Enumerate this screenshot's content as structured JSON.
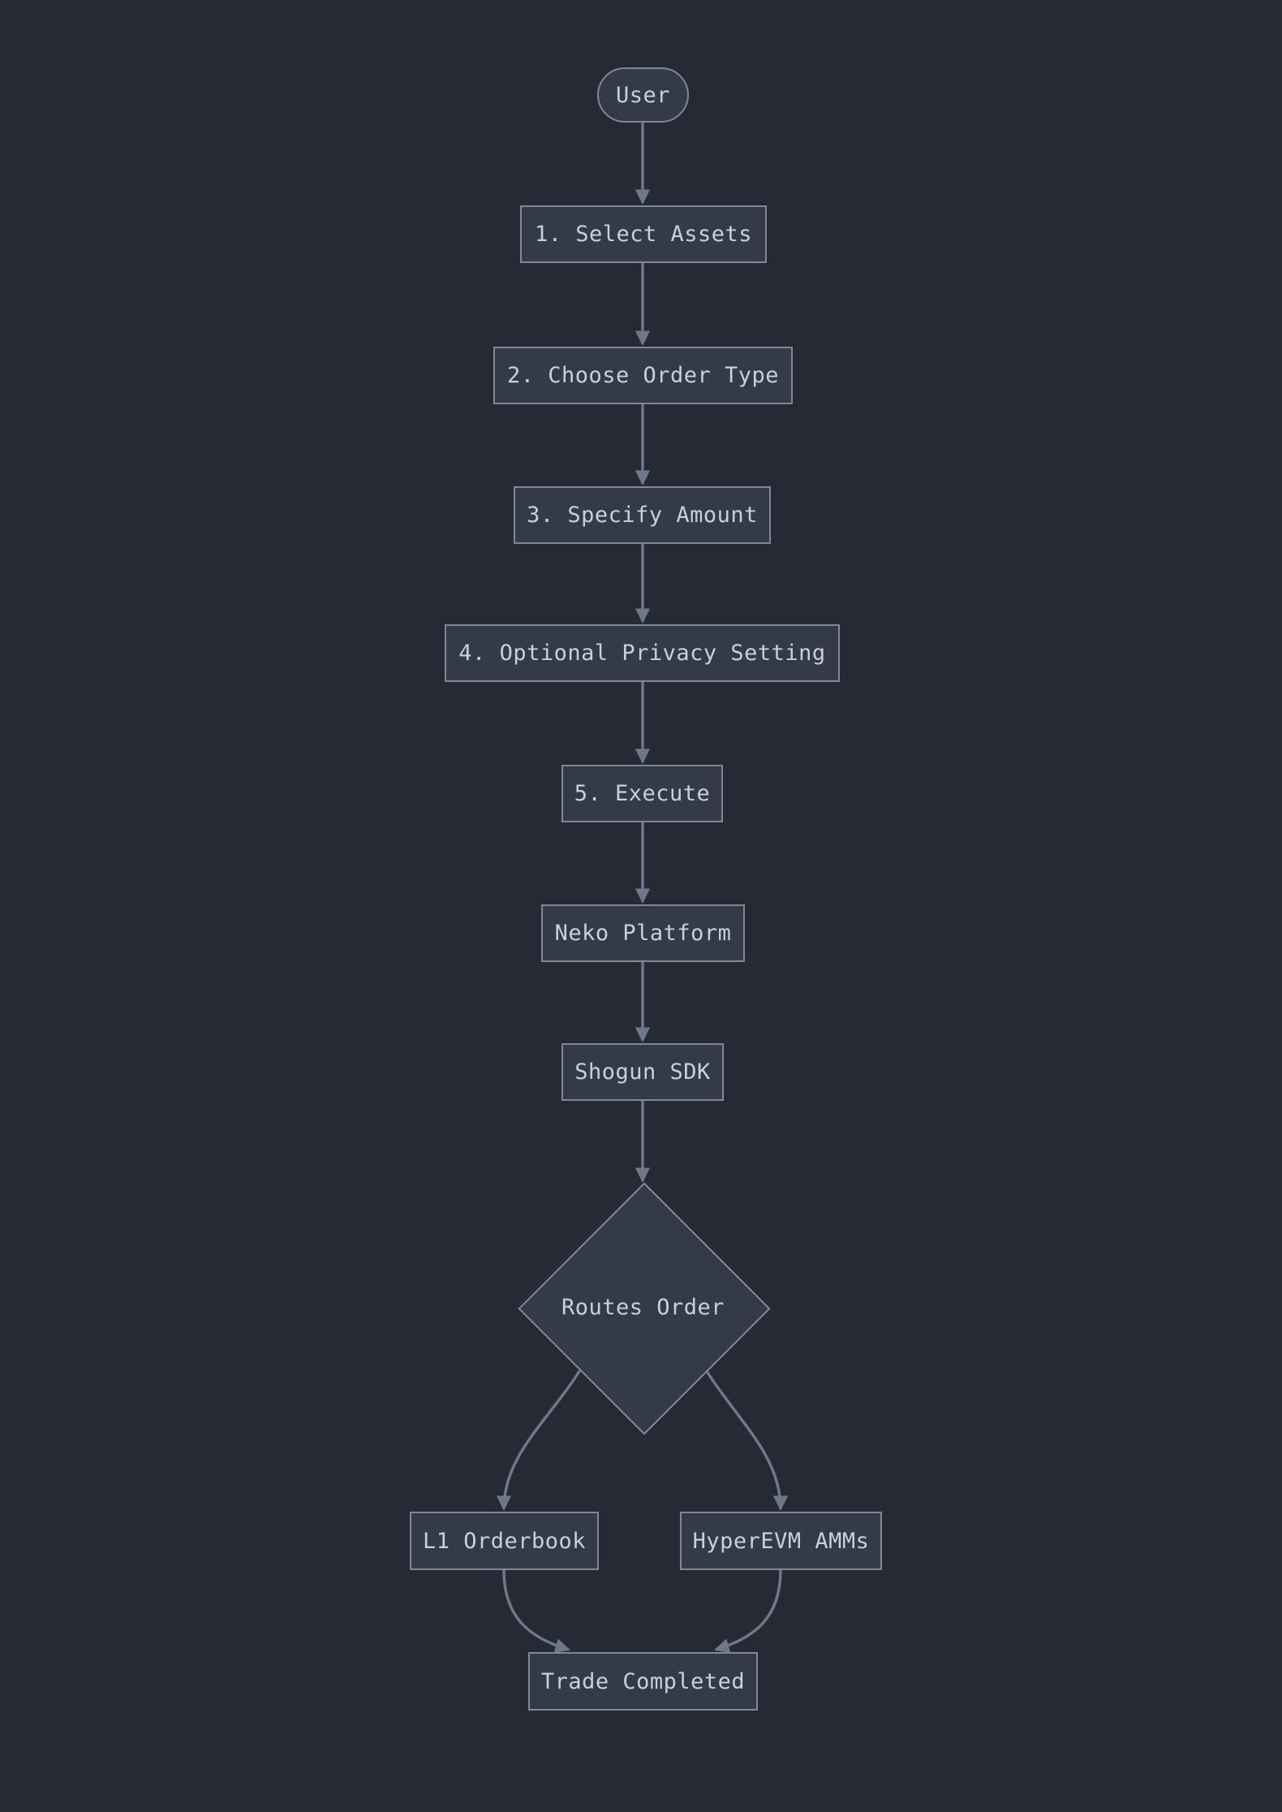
{
  "diagram": {
    "type": "flowchart",
    "direction": "top-down",
    "colors": {
      "background": "#262a35",
      "node_fill": "#343a47",
      "node_border": "#7e8899",
      "arrow": "#6e7889",
      "text": "#c9d0da"
    },
    "nodes": {
      "user": {
        "label": "User",
        "shape": "stadium"
      },
      "step1": {
        "label": "1. Select Assets",
        "shape": "rect"
      },
      "step2": {
        "label": "2. Choose Order Type",
        "shape": "rect"
      },
      "step3": {
        "label": "3. Specify Amount",
        "shape": "rect"
      },
      "step4": {
        "label": "4. Optional Privacy Setting",
        "shape": "rect"
      },
      "step5": {
        "label": "5. Execute",
        "shape": "rect"
      },
      "neko": {
        "label": "Neko Platform",
        "shape": "rect"
      },
      "shogun": {
        "label": "Shogun SDK",
        "shape": "rect"
      },
      "routes": {
        "label": "Routes Order",
        "shape": "diamond"
      },
      "l1": {
        "label": "L1 Orderbook",
        "shape": "rect"
      },
      "amms": {
        "label": "HyperEVM AMMs",
        "shape": "rect"
      },
      "done": {
        "label": "Trade Completed",
        "shape": "rect"
      }
    },
    "edges": [
      {
        "from": "User",
        "to": "1. Select Assets"
      },
      {
        "from": "1. Select Assets",
        "to": "2. Choose Order Type"
      },
      {
        "from": "2. Choose Order Type",
        "to": "3. Specify Amount"
      },
      {
        "from": "3. Specify Amount",
        "to": "4. Optional Privacy Setting"
      },
      {
        "from": "4. Optional Privacy Setting",
        "to": "5. Execute"
      },
      {
        "from": "5. Execute",
        "to": "Neko Platform"
      },
      {
        "from": "Neko Platform",
        "to": "Shogun SDK"
      },
      {
        "from": "Shogun SDK",
        "to": "Routes Order"
      },
      {
        "from": "Routes Order",
        "to": "L1 Orderbook"
      },
      {
        "from": "Routes Order",
        "to": "HyperEVM AMMs"
      },
      {
        "from": "L1 Orderbook",
        "to": "Trade Completed"
      },
      {
        "from": "HyperEVM AMMs",
        "to": "Trade Completed"
      }
    ]
  }
}
